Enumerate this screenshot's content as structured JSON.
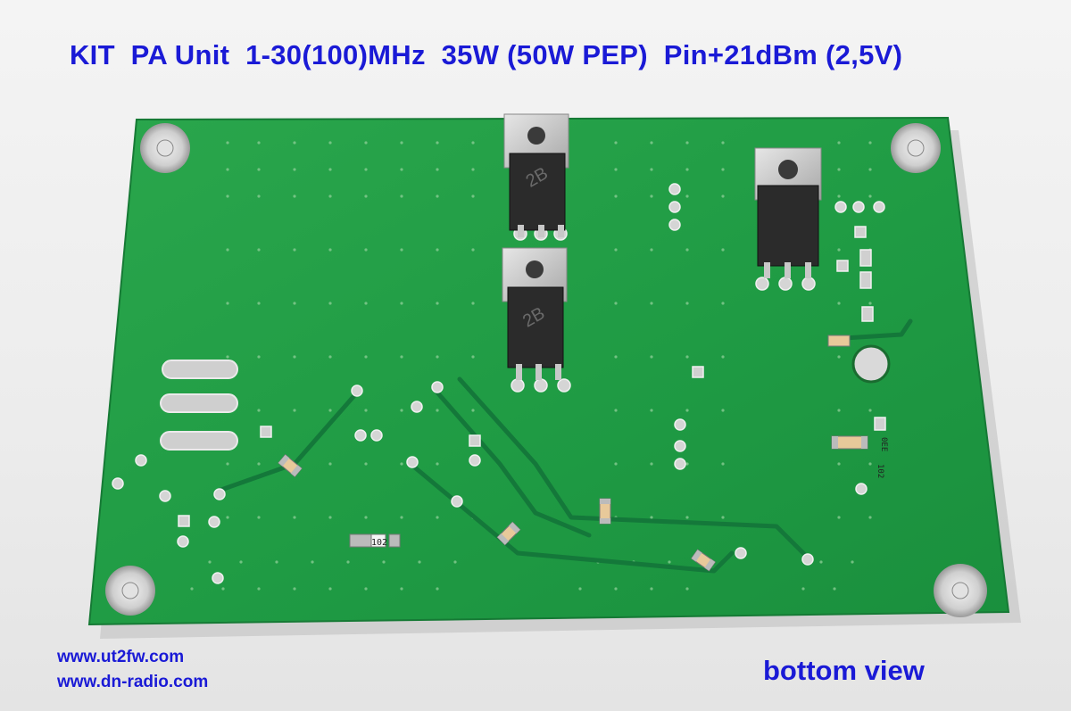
{
  "title": "KIT  PA Unit  1-30(100)MHz  35W (50W PEP)  Pin+21dBm (2,5V)",
  "links": [
    "www.ut2fw.com",
    "www.dn-radio.com"
  ],
  "caption": "bottom view",
  "board": {
    "transistor_marks": [
      "2B",
      "2B"
    ],
    "smd_labels": [
      "102",
      "0EE",
      "102"
    ]
  },
  "colors": {
    "text": "#1a1ad6",
    "pcb": "#1fa046",
    "trace": "#14783a",
    "pad": "#c8c8c8"
  }
}
